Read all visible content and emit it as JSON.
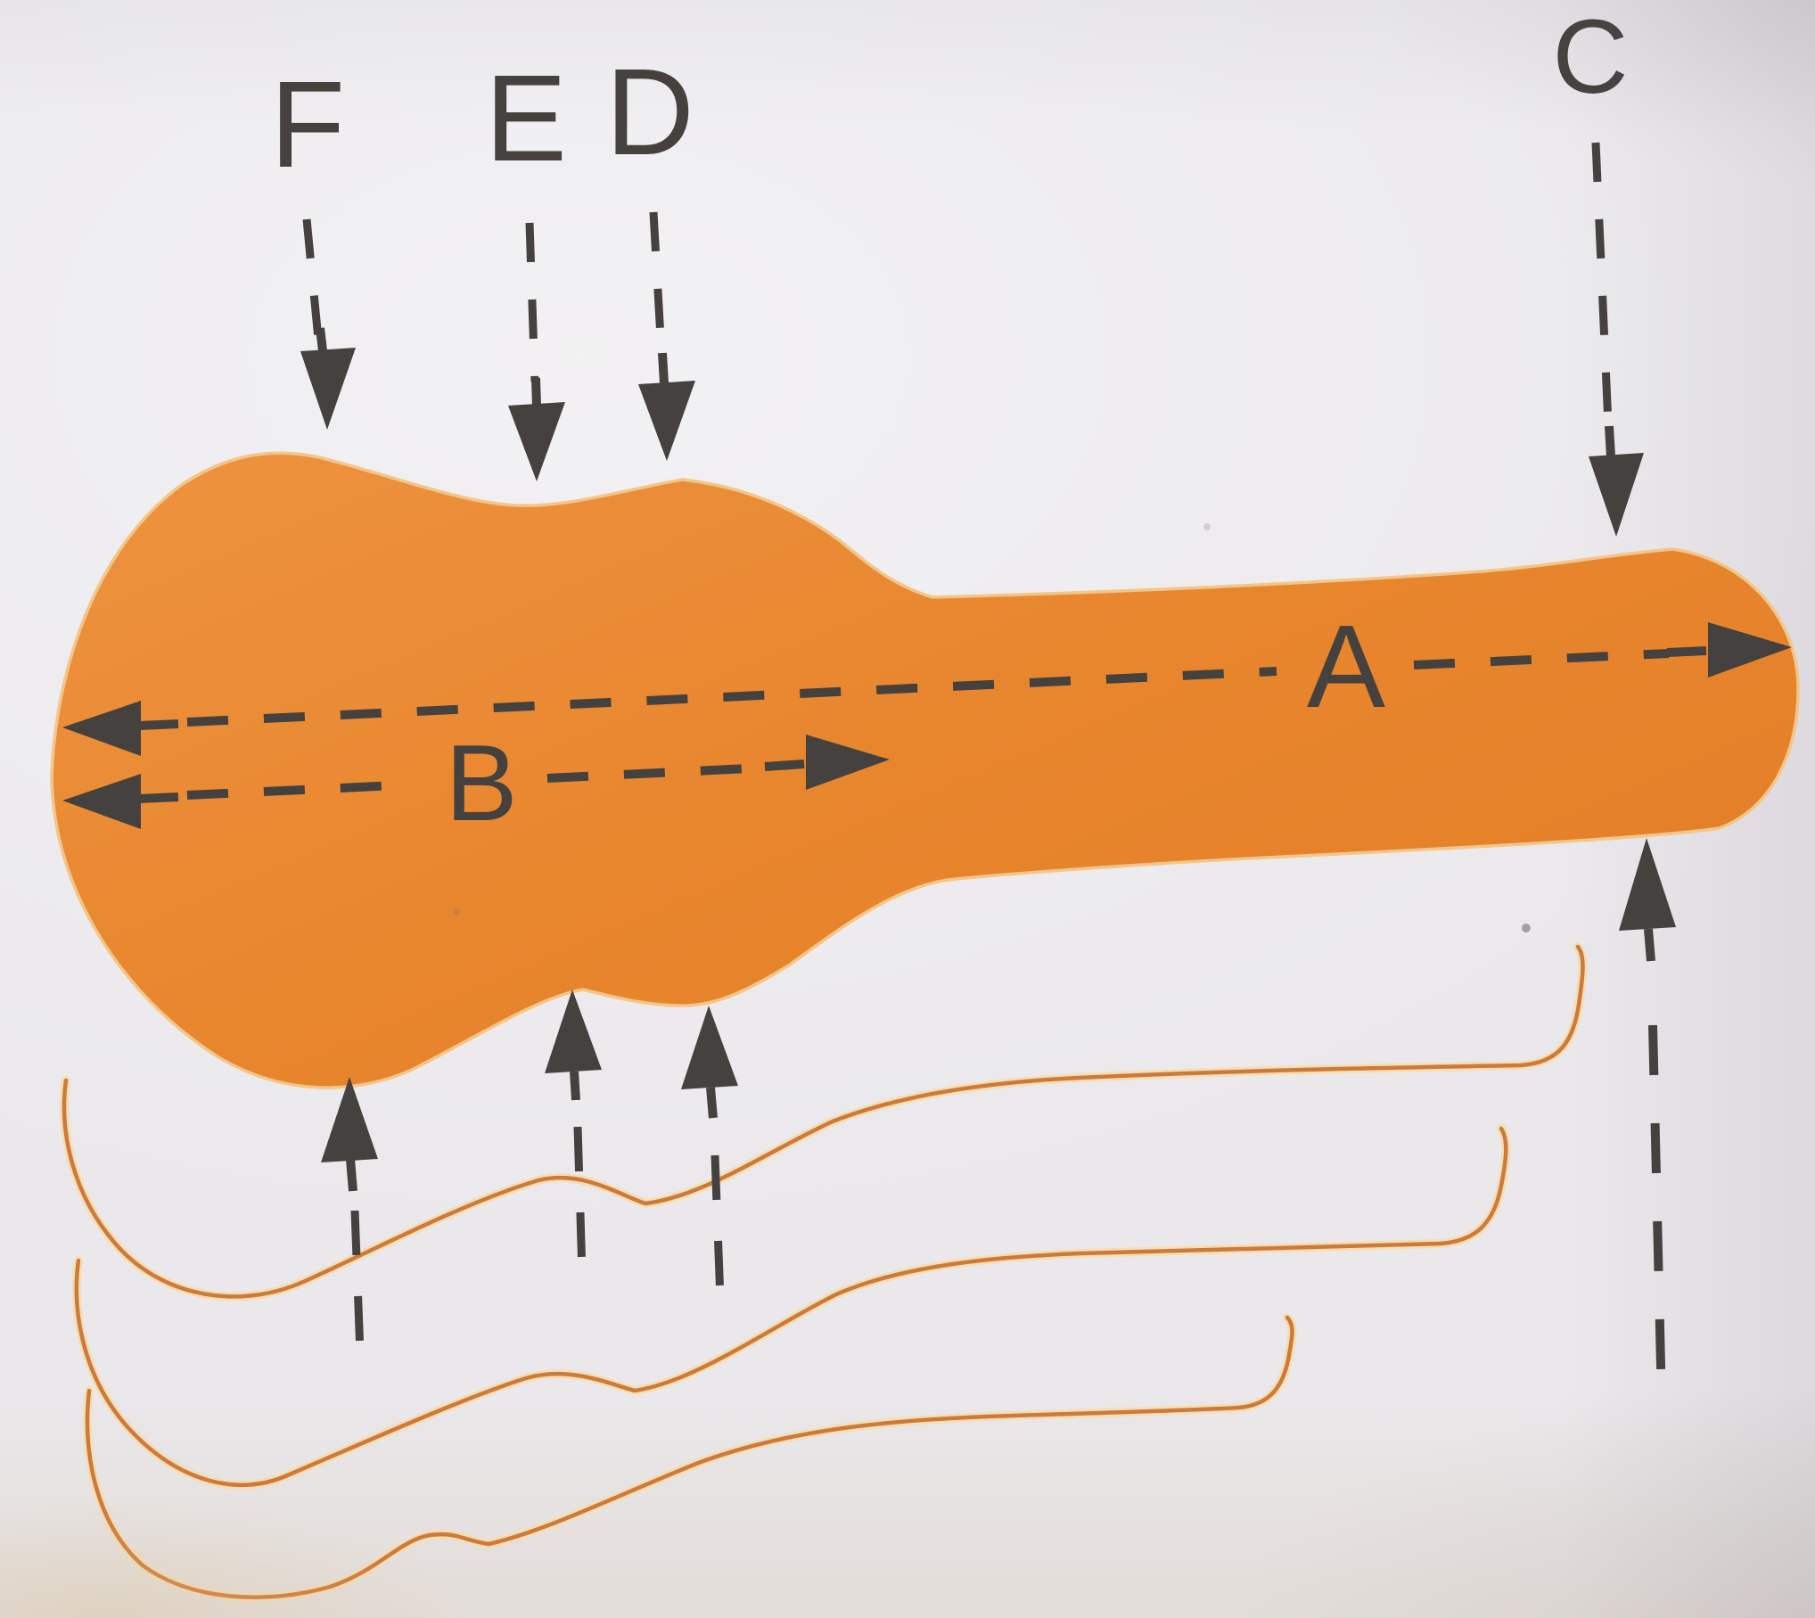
{
  "diagram": {
    "labels": {
      "A": "A",
      "B": "B",
      "C": "C",
      "D": "D",
      "E": "E",
      "F": "F"
    },
    "colors": {
      "background": "#eae8eb",
      "case_fill": "#e8862e",
      "case_fill_light": "#ee9340",
      "case_fill_dark": "#e37e27",
      "case_halo": "#f2c688",
      "outline_stroke": "#cf7a38",
      "outline_halo": "#f3ddae",
      "ink": "#44413e",
      "speck": "#6b6668"
    },
    "size_outline_count": 3
  }
}
